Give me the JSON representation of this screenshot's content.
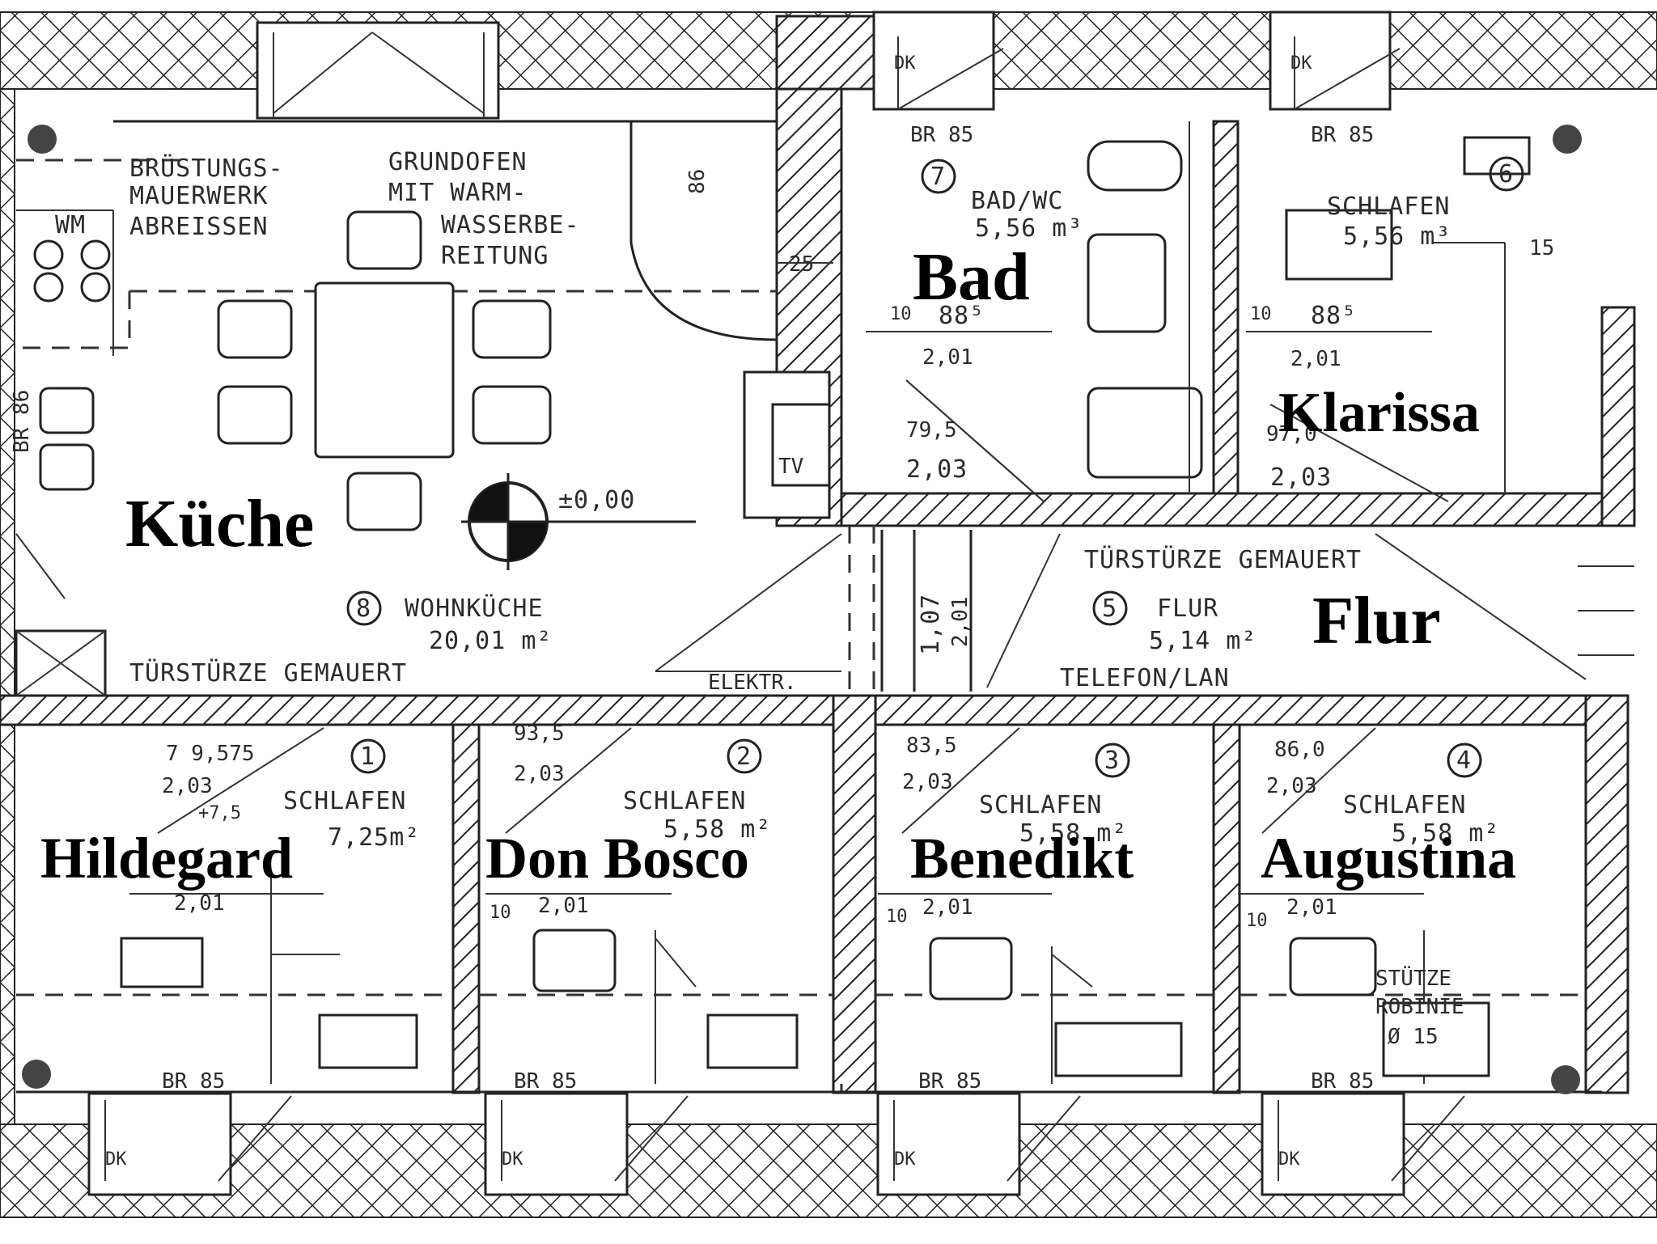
{
  "plan": {
    "rooms": {
      "kueche": {
        "label": "Küche",
        "number": "8",
        "name": "WOHNKÜCHE",
        "area": "20,01 m²"
      },
      "bad": {
        "label": "Bad",
        "number": "7",
        "name": "BAD/WC",
        "area": "5,56 m³"
      },
      "klarissa": {
        "label": "Klarissa",
        "number": "6",
        "name": "SCHLAFEN",
        "area": "5,56 m³"
      },
      "flur": {
        "label": "Flur",
        "number": "5",
        "name": "FLUR",
        "area": "5,14 m²"
      },
      "hildegard": {
        "label": "Hildegard",
        "number": "1",
        "name": "SCHLAFEN",
        "area": "7,25m²"
      },
      "donbosco": {
        "label": "Don Bosco",
        "number": "2",
        "name": "SCHLAFEN",
        "area": "5,58 m²"
      },
      "benedikt": {
        "label": "Benedikt",
        "number": "3",
        "name": "SCHLAFEN",
        "area": "5,58 m²"
      },
      "augustina": {
        "label": "Augustina",
        "number": "4",
        "name": "SCHLAFEN",
        "area": "5,58 m²"
      }
    },
    "notes": {
      "bruestung_1": "BRÜSTUNGS-",
      "bruestung_2": "MAUERWERK",
      "bruestung_3": "ABREISSEN",
      "grundofen_1": "GRUNDOFEN",
      "grundofen_2": "MIT WARM-",
      "grundofen_3": "WASSERBE-",
      "grundofen_4": "REITUNG",
      "level": "±0,00",
      "tuerstuerze_left": "TÜRSTÜRZE GEMAUERT",
      "tuerstuerze_right": "TÜRSTÜRZE GEMAUERT",
      "telefon": "TELEFON/LAN",
      "elektr": "ELEKTR.",
      "stuetze_1": "STÜTZE",
      "stuetze_2": "ROBINIE",
      "stuetze_3": "Ø 15",
      "wm": "WM",
      "tv": "TV"
    },
    "dims": {
      "br85_bad": "BR 85",
      "br85_klarissa": "BR 85",
      "br86_left": "BR 86",
      "br85_b1": "BR 85",
      "br85_b2": "BR 85",
      "br85_b3": "BR 85",
      "br85_b4": "BR 85",
      "dk1": "DK",
      "dk2": "DK",
      "dk3": "DK",
      "dk4": "DK",
      "dk5": "DK",
      "dk6": "DK",
      "d86": "86",
      "d25": "25",
      "d15": "15",
      "d10_bad": "10",
      "d885_bad": "88⁵",
      "d201_bad": "2,01",
      "d795": "79,5",
      "d203_bad": "2,03",
      "d10_kl": "10",
      "d885_kl": "88⁵",
      "d201_kl": "2,01",
      "d970": "97,0",
      "d203_kl": "2,03",
      "d107": "1,07",
      "d201_flur": "2,01",
      "d9575": "7 9,575",
      "d203_r1": "2,03",
      "d75": "+7,5",
      "d201_r1": "2,01",
      "d935": "93,5",
      "d203_r2": "2,03",
      "d201_r2": "2,01",
      "d10_r2": "10",
      "d835": "83,5",
      "d203_r3": "2,03",
      "d201_r3": "2,01",
      "d10_r3": "10",
      "d860": "86,0",
      "d203_r4": "2,03",
      "d201_r4": "2,01",
      "d10_r4": "10"
    }
  }
}
